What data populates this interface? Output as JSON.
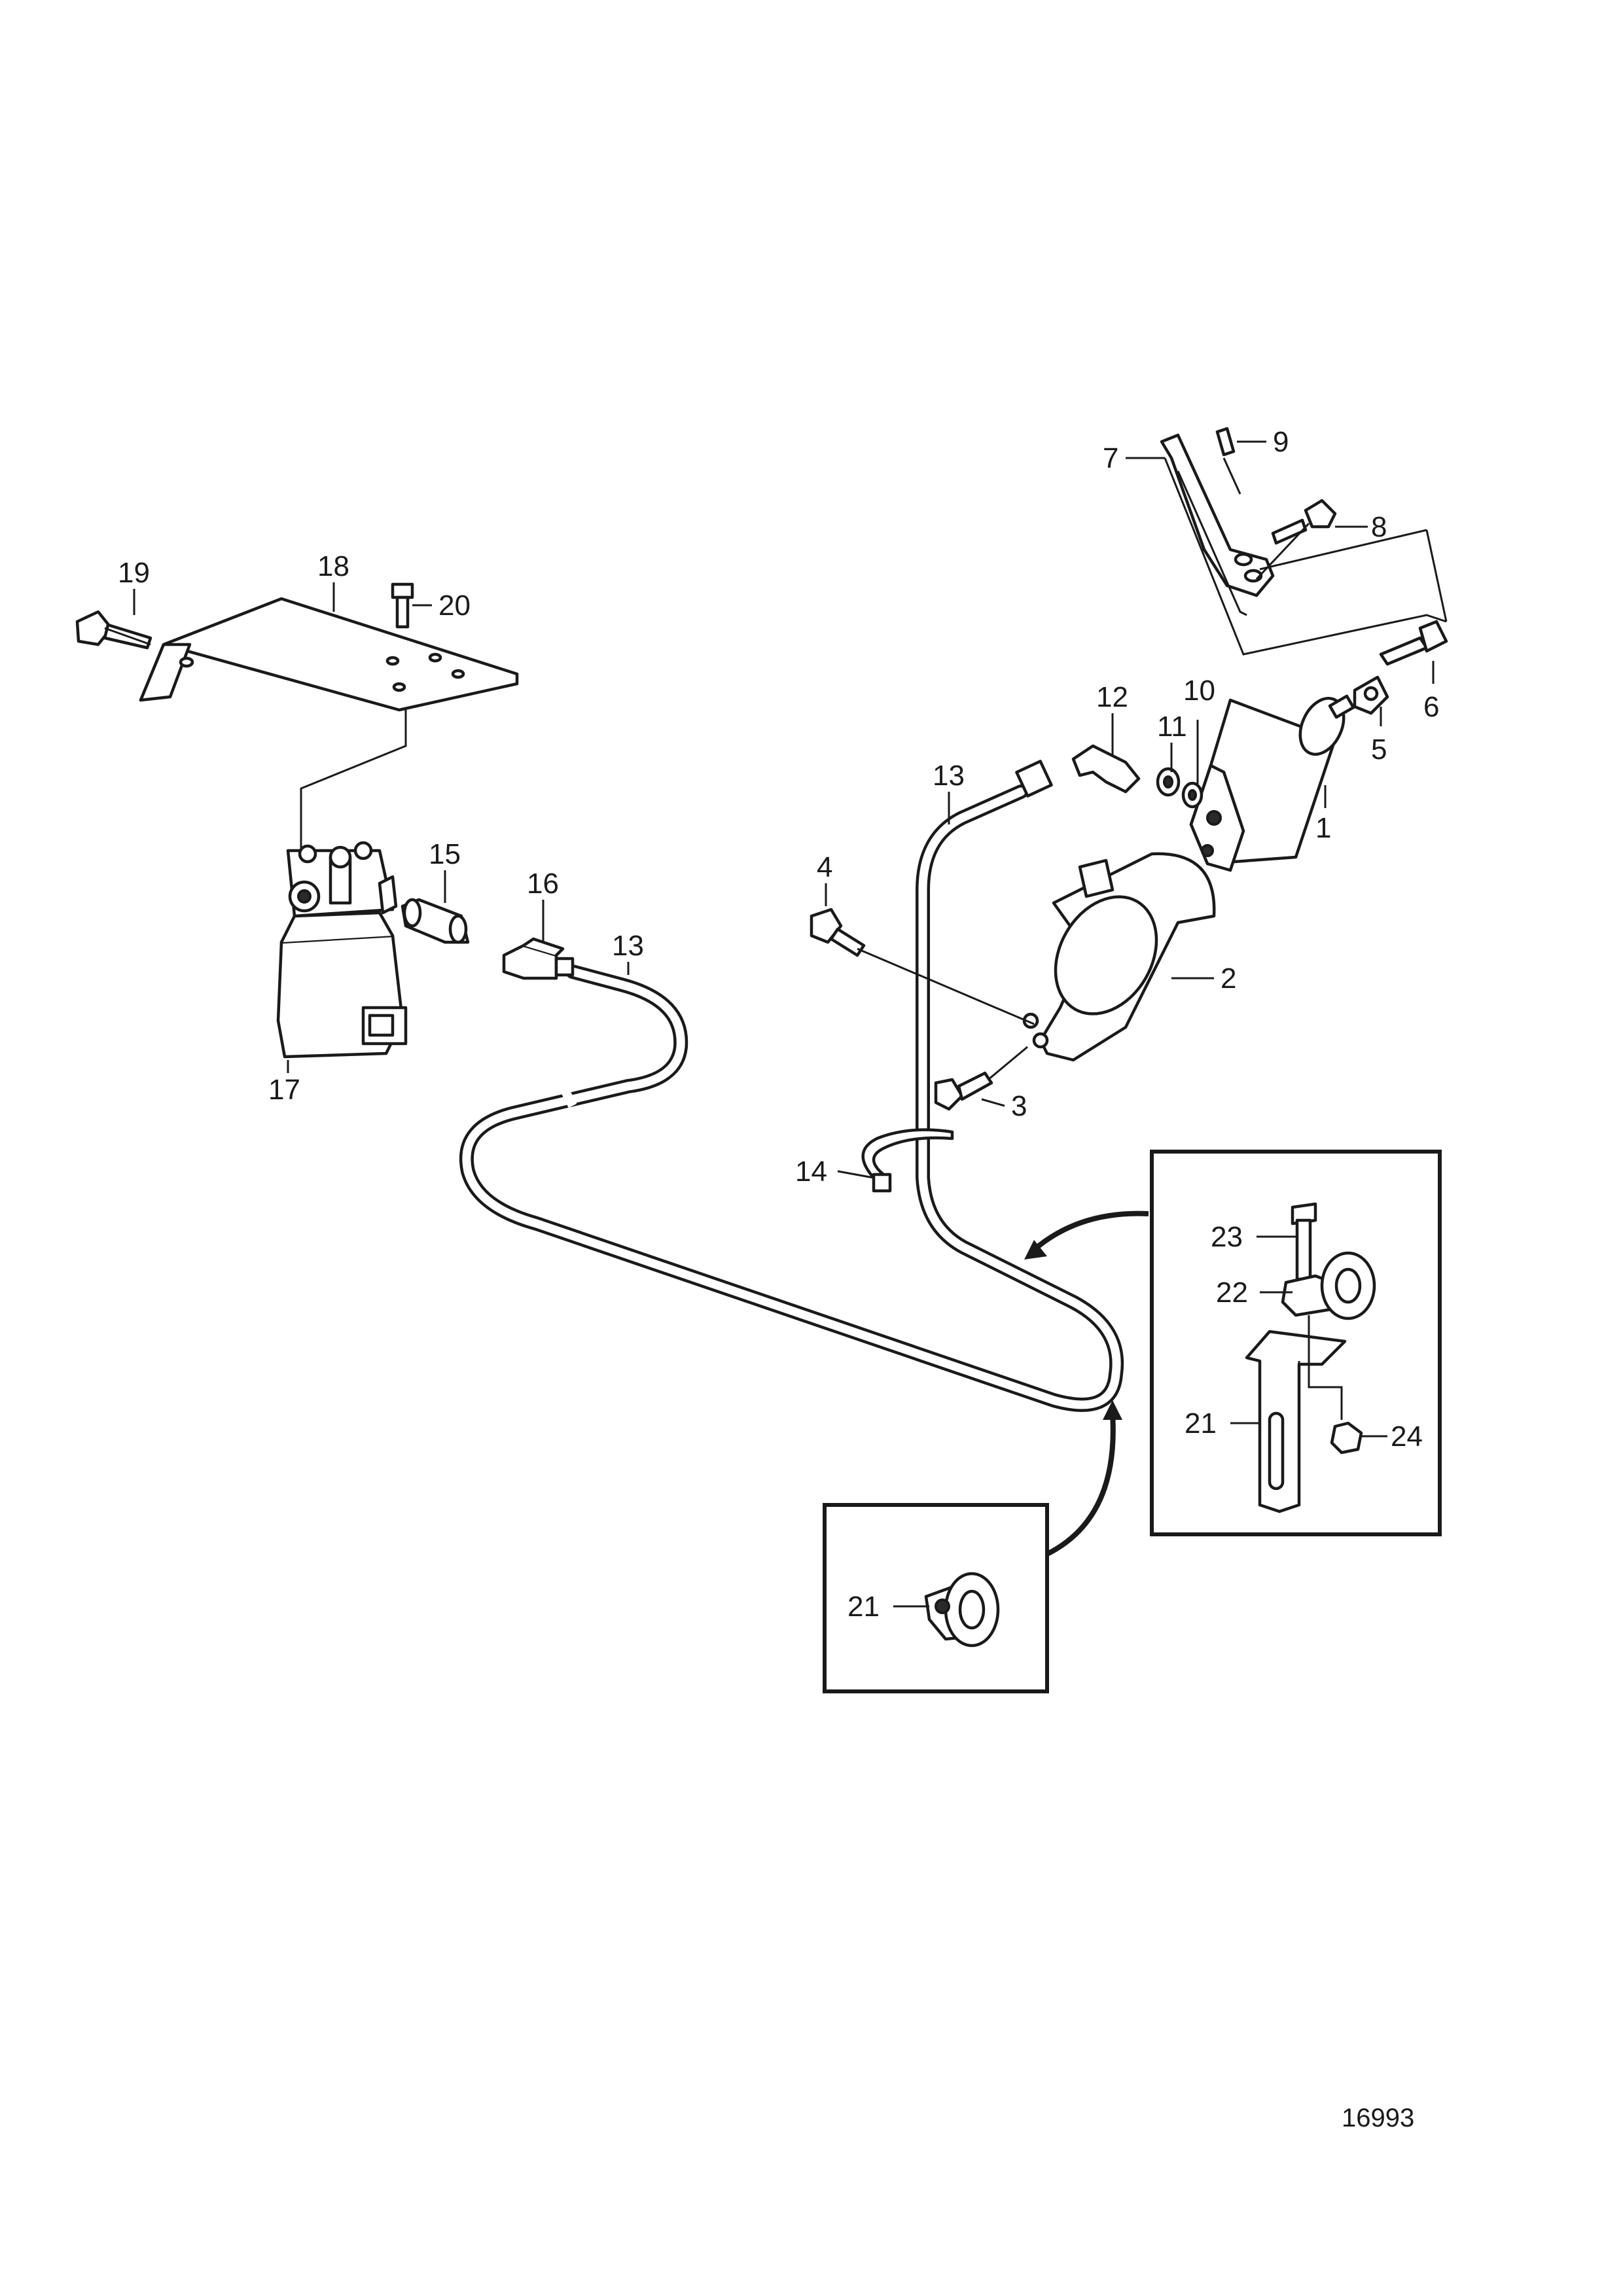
{
  "drawing": {
    "reference_number": "16993",
    "callouts": [
      {
        "id": "1",
        "label": "1"
      },
      {
        "id": "2",
        "label": "2"
      },
      {
        "id": "3",
        "label": "3"
      },
      {
        "id": "4",
        "label": "4"
      },
      {
        "id": "5",
        "label": "5"
      },
      {
        "id": "6",
        "label": "6"
      },
      {
        "id": "7",
        "label": "7"
      },
      {
        "id": "8",
        "label": "8"
      },
      {
        "id": "9",
        "label": "9"
      },
      {
        "id": "10",
        "label": "10"
      },
      {
        "id": "11",
        "label": "11"
      },
      {
        "id": "12",
        "label": "12"
      },
      {
        "id": "13a",
        "label": "13"
      },
      {
        "id": "13b",
        "label": "13"
      },
      {
        "id": "14",
        "label": "14"
      },
      {
        "id": "15",
        "label": "15"
      },
      {
        "id": "16",
        "label": "16"
      },
      {
        "id": "17",
        "label": "17"
      },
      {
        "id": "18",
        "label": "18"
      },
      {
        "id": "19",
        "label": "19"
      },
      {
        "id": "20",
        "label": "20"
      },
      {
        "id": "21a",
        "label": "21"
      },
      {
        "id": "21b",
        "label": "21"
      },
      {
        "id": "22",
        "label": "22"
      },
      {
        "id": "23",
        "label": "23"
      },
      {
        "id": "24",
        "label": "24"
      }
    ]
  }
}
